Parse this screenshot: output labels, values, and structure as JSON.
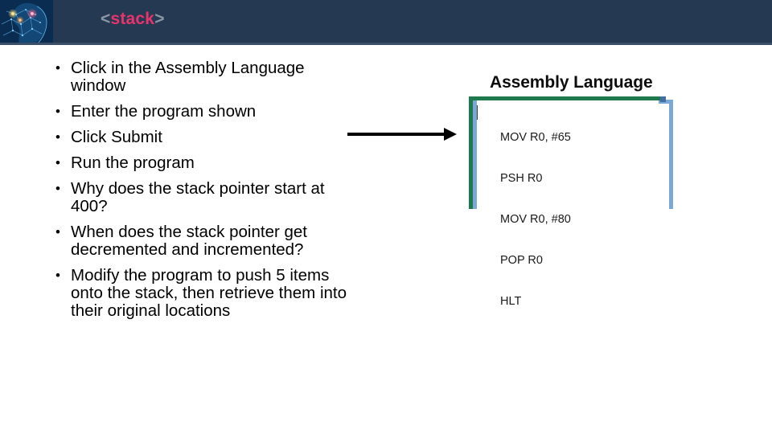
{
  "header": {
    "brand_open_bracket": "<",
    "brand_word": "stack",
    "brand_close_bracket": ">",
    "brand_color": "#e8336d",
    "bracket_color": "#8c97a6",
    "background_color": "#253a52",
    "logo_icon": "brain-head-icon"
  },
  "slide": {
    "bullets": [
      "Click in the Assembly Language window",
      "Enter the program shown",
      "Click Submit",
      "Run the program",
      "Why does the stack pointer start at 400?",
      "When does the stack pointer get decremented and incremented?",
      "Modify the program to push 5 items onto the stack, then retrieve them into their original locations"
    ]
  },
  "arrow": {
    "icon": "arrow-right-icon",
    "color": "#000000"
  },
  "assembly_panel": {
    "heading": "Assembly Language",
    "frame_outer_color": "#7aa9d8",
    "frame_inner_color": "#1e7a4c",
    "code_lines": [
      "MOV R0, #65",
      "PSH R0",
      "MOV R0, #80",
      "POP R0",
      "HLT"
    ]
  }
}
